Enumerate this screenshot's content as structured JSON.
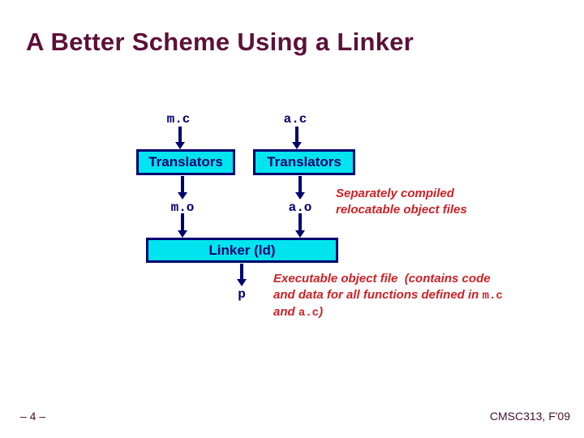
{
  "slide": {
    "title": "A Better Scheme Using a Linker",
    "footer_left": "– 4 –",
    "footer_right": "CMSC313, F'09"
  },
  "diagram": {
    "source_left": "m.c",
    "source_right": "a.c",
    "translator_left": "Translators",
    "translator_right": "Translators",
    "object_left": "m.o",
    "object_right": "a.o",
    "linker": "Linker (ld)",
    "output": "p",
    "note_objects_line1": "Separately compiled",
    "note_objects_line2": "relocatable object files",
    "note_exec_line1": "Executable object file  (contains code",
    "note_exec_line2_text": "and data for all functions defined in ",
    "note_exec_line2_mono": "m.c",
    "note_exec_line3_text": "and ",
    "note_exec_line3_mono": "a.c",
    "note_exec_line3_close": ")"
  },
  "colors": {
    "title": "#5C1038",
    "navy": "#000070",
    "cyan": "#00E4F0",
    "red": "#CC2127",
    "footer": "#44102E"
  }
}
